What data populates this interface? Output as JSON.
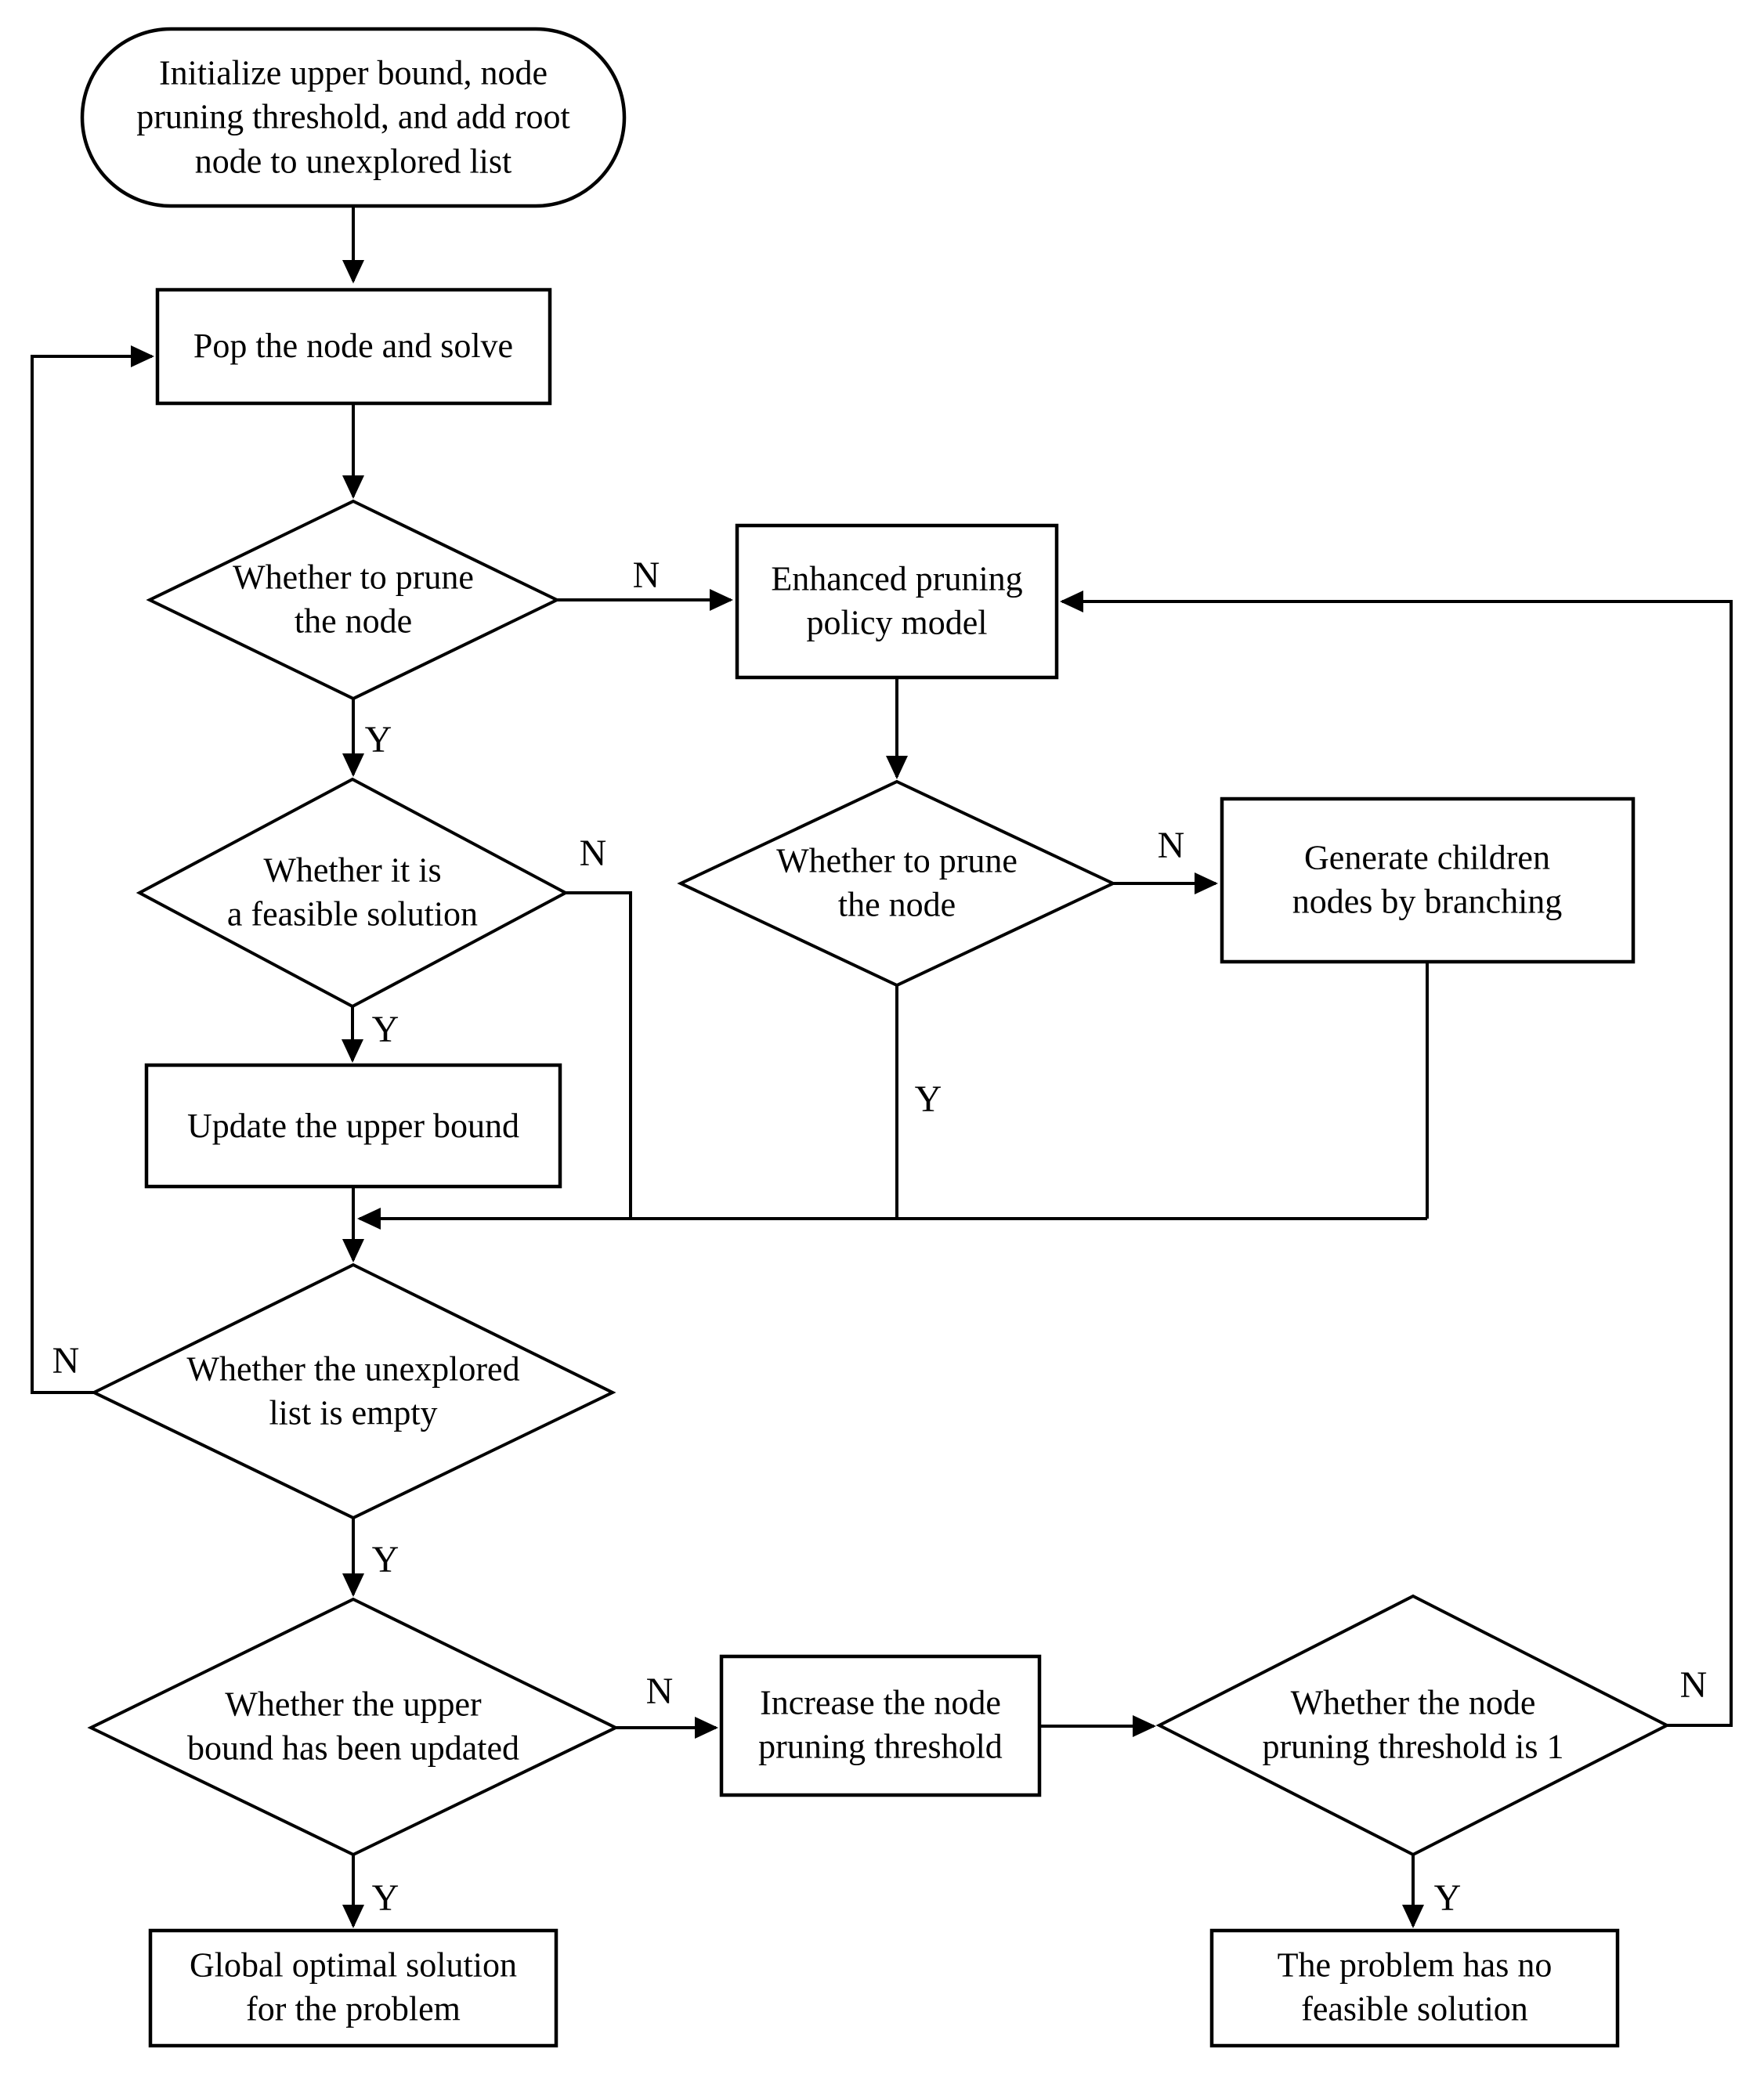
{
  "flowchart": {
    "colors": {
      "background": "#ffffff",
      "line": "#000000",
      "text": "#000000"
    },
    "nodes": {
      "start": {
        "type": "terminator",
        "label": "Initialize upper bound, node\npruning threshold, and add root\nnode to unexplored list"
      },
      "pop_node": {
        "type": "process",
        "label": "Pop the node and solve"
      },
      "prune_decision_1": {
        "type": "decision",
        "label": "Whether to prune\nthe node"
      },
      "enhanced_policy": {
        "type": "process",
        "label": "Enhanced pruning\npolicy model"
      },
      "feasible_decision": {
        "type": "decision",
        "label": "Whether it is\na feasible solution"
      },
      "update_bound": {
        "type": "process",
        "label": "Update the upper bound"
      },
      "prune_decision_2": {
        "type": "decision",
        "label": "Whether to prune\nthe node"
      },
      "generate_children": {
        "type": "process",
        "label": "Generate children\nnodes by branching"
      },
      "unexplored_empty": {
        "type": "decision",
        "label": "Whether the unexplored\nlist is empty"
      },
      "bound_updated": {
        "type": "decision",
        "label": "Whether the upper\nbound has been updated"
      },
      "increase_threshold": {
        "type": "process",
        "label": "Increase the node\npruning threshold"
      },
      "threshold_is_1": {
        "type": "decision",
        "label": "Whether the node\npruning threshold is 1"
      },
      "global_optimal": {
        "type": "process",
        "label": "Global optimal solution\nfor the problem"
      },
      "no_feasible": {
        "type": "process",
        "label": "The problem has no\nfeasible solution"
      }
    },
    "branch_labels": {
      "prune1_no": "N",
      "prune1_yes": "Y",
      "feasible_no": "N",
      "feasible_yes": "Y",
      "prune2_no": "N",
      "prune2_yes": "Y",
      "unexplored_no": "N",
      "unexplored_yes": "Y",
      "updated_no": "N",
      "updated_yes": "Y",
      "threshold_no": "N",
      "threshold_yes": "Y"
    }
  }
}
